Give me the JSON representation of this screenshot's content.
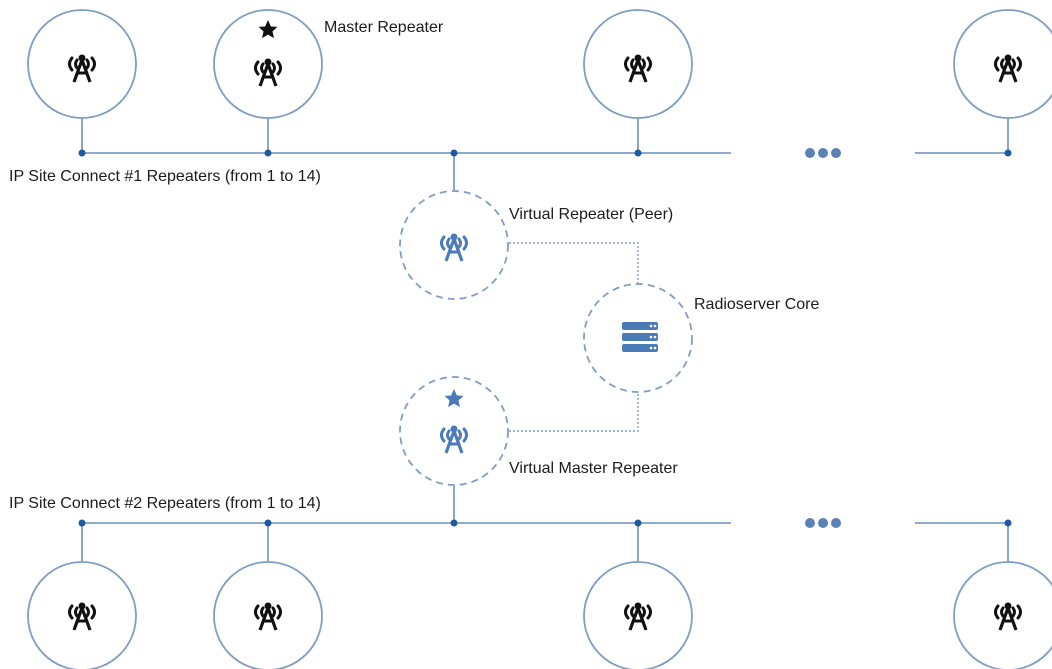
{
  "labels": {
    "master_repeater": "Master Repeater",
    "site1_repeaters": "IP Site Connect #1 Repeaters (from 1 to 14)",
    "virtual_repeater_peer": "Virtual Repeater (Peer)",
    "radioserver_core": "Radioserver Core",
    "virtual_master_repeater": "Virtual Master Repeater",
    "site2_repeaters": "IP Site Connect #2 Repeaters (from 1 to 14)"
  },
  "icons": {
    "repeater": "antenna-icon",
    "virtual_repeater": "antenna-icon",
    "server": "server-icon",
    "master_marker": "star-icon",
    "ellipsis": "ellipsis-icon"
  },
  "colors": {
    "line": "#7f9ec3",
    "node": "#1f5aa0",
    "physical_icon": "#111111",
    "virtual_icon": "#4a7bb7"
  }
}
